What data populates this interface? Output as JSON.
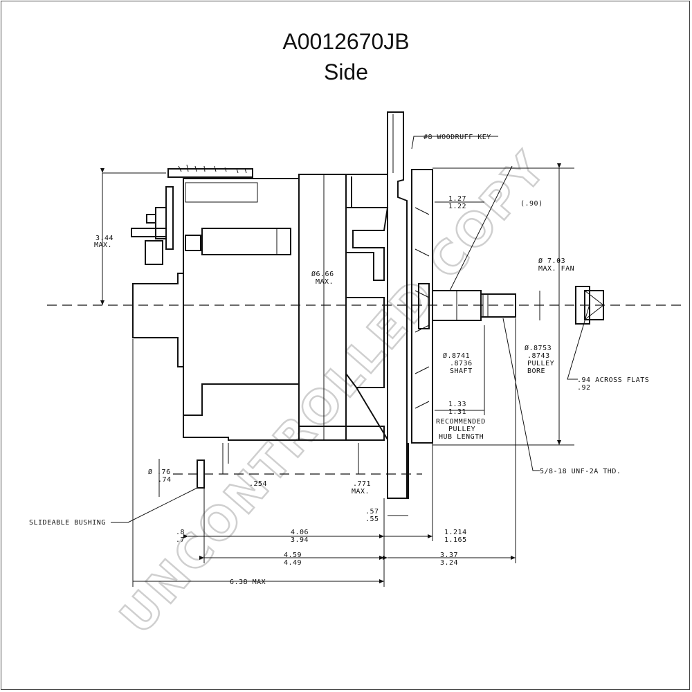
{
  "title": "A0012670JB",
  "subtitle": "Side",
  "watermark": "UNCONTROLLED COPY",
  "callouts": {
    "woodruff_key": "#8 WOODRUFF KEY",
    "d_344": "3.44",
    "max1": "MAX.",
    "d_127": "1.27",
    "d_122": "1.22",
    "d_090": "(.90)",
    "d_703": "Ø 7.03",
    "max_fan": "MAX. FAN",
    "d_666": "Ø6.66",
    "max2": "MAX.",
    "d_8741": "Ø.8741",
    "d_8736": ".8736",
    "shaft": "SHAFT",
    "d_8753": "Ø.8753",
    "d_8743": ".8743",
    "pulley": "PULLEY",
    "bore": "BORE",
    "d_94": ".94 ACROSS FLATS",
    "d_92": ".92",
    "d_133": "1.33",
    "d_131": "1.31",
    "recommended": "RECOMMENDED",
    "pulley2": "PULLEY",
    "hub_length": "HUB LENGTH",
    "thread": "5/8-18 UNF-2A THD.",
    "d_076": "Ø .76",
    "d_074": ".74",
    "d_254": ".254",
    "d_771": ".771",
    "max3": "MAX.",
    "bushing": "SLIDEABLE BUSHING",
    "d_057": ".57",
    "d_055": ".55",
    "d_08": ".8",
    "d_07": ".7",
    "d_406": "4.06",
    "d_394": "3.94",
    "d_1214": "1.214",
    "d_1165": "1.165",
    "d_459": "4.59",
    "d_449": "4.49",
    "d_337": "3.37",
    "d_324": "3.24",
    "d_638": "6.38 MAX"
  }
}
